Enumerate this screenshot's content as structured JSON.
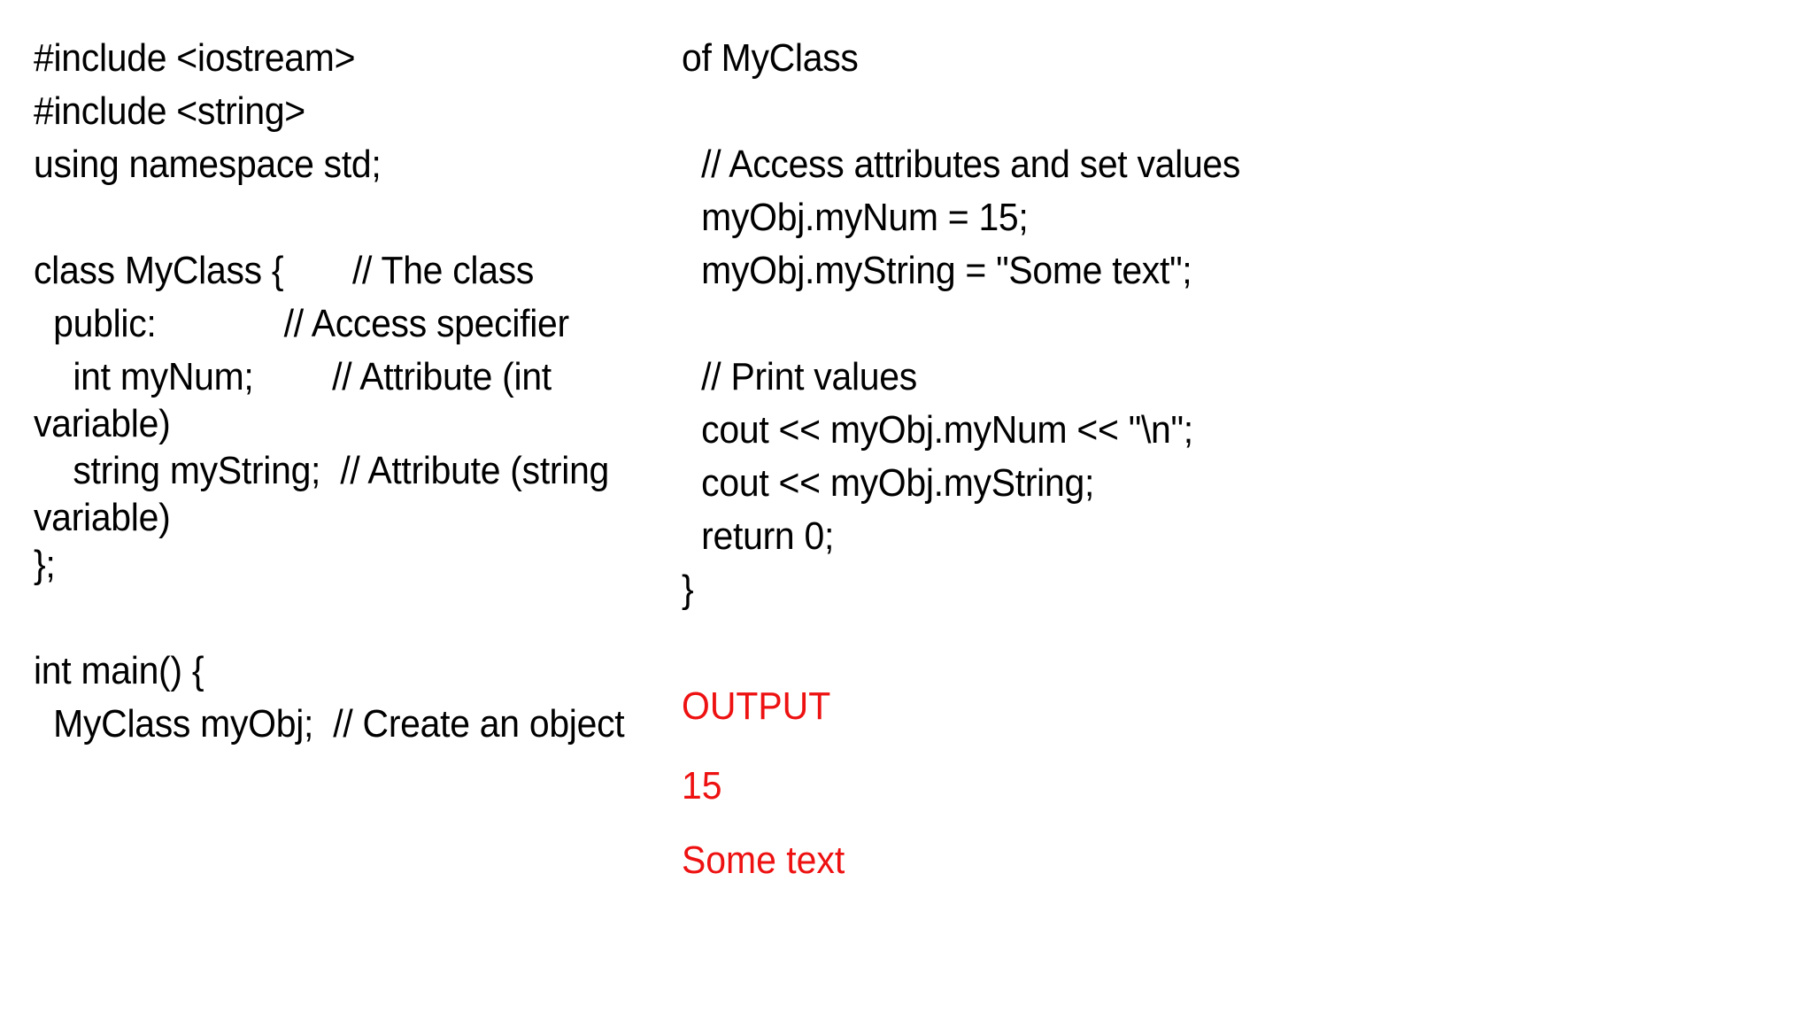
{
  "slide": {
    "background_color": "#FFFFFF",
    "text_color": "#000000",
    "output_color": "#EE1111"
  },
  "left_column": {
    "lines": [
      {
        "text": "#include <iostream>",
        "indent": 0,
        "kind": "code"
      },
      {
        "text": "#include <string>",
        "indent": 0,
        "kind": "code"
      },
      {
        "text": "using namespace std;",
        "indent": 0,
        "kind": "code"
      },
      {
        "text": "",
        "indent": 0,
        "kind": "blank"
      },
      {
        "text": "class MyClass {       // The class",
        "indent": 0,
        "kind": "code"
      },
      {
        "text": "  public:             // Access specifier",
        "indent": 0,
        "kind": "code"
      },
      {
        "text": "    int myNum;        // Attribute (int",
        "indent": 0,
        "kind": "code"
      },
      {
        "text": "variable)",
        "indent": 0,
        "kind": "wrap"
      },
      {
        "text": "    string myString;  // Attribute (string",
        "indent": 0,
        "kind": "code"
      },
      {
        "text": "variable)",
        "indent": 0,
        "kind": "wrap"
      },
      {
        "text": "};",
        "indent": 0,
        "kind": "code"
      },
      {
        "text": "",
        "indent": 0,
        "kind": "blank"
      },
      {
        "text": "int main() {",
        "indent": 0,
        "kind": "code"
      },
      {
        "text": "  MyClass myObj;  // Create an object",
        "indent": 0,
        "kind": "code"
      }
    ]
  },
  "right_column": {
    "lines": [
      {
        "text": "of MyClass",
        "indent": 0,
        "kind": "code"
      },
      {
        "text": "",
        "indent": 0,
        "kind": "blank"
      },
      {
        "text": "  // Access attributes and set values",
        "indent": 0,
        "kind": "code"
      },
      {
        "text": "  myObj.myNum = 15;",
        "indent": 0,
        "kind": "code"
      },
      {
        "text": "  myObj.myString = \"Some text\";",
        "indent": 0,
        "kind": "code"
      },
      {
        "text": "",
        "indent": 0,
        "kind": "blank"
      },
      {
        "text": "  // Print values",
        "indent": 0,
        "kind": "code"
      },
      {
        "text": "  cout << myObj.myNum << \"\\n\";",
        "indent": 0,
        "kind": "code"
      },
      {
        "text": "  cout << myObj.myString;",
        "indent": 0,
        "kind": "code"
      },
      {
        "text": "  return 0;",
        "indent": 0,
        "kind": "code"
      },
      {
        "text": "}",
        "indent": 0,
        "kind": "code"
      }
    ],
    "output": {
      "heading": "OUTPUT",
      "values": [
        "15",
        "Some text"
      ]
    }
  }
}
